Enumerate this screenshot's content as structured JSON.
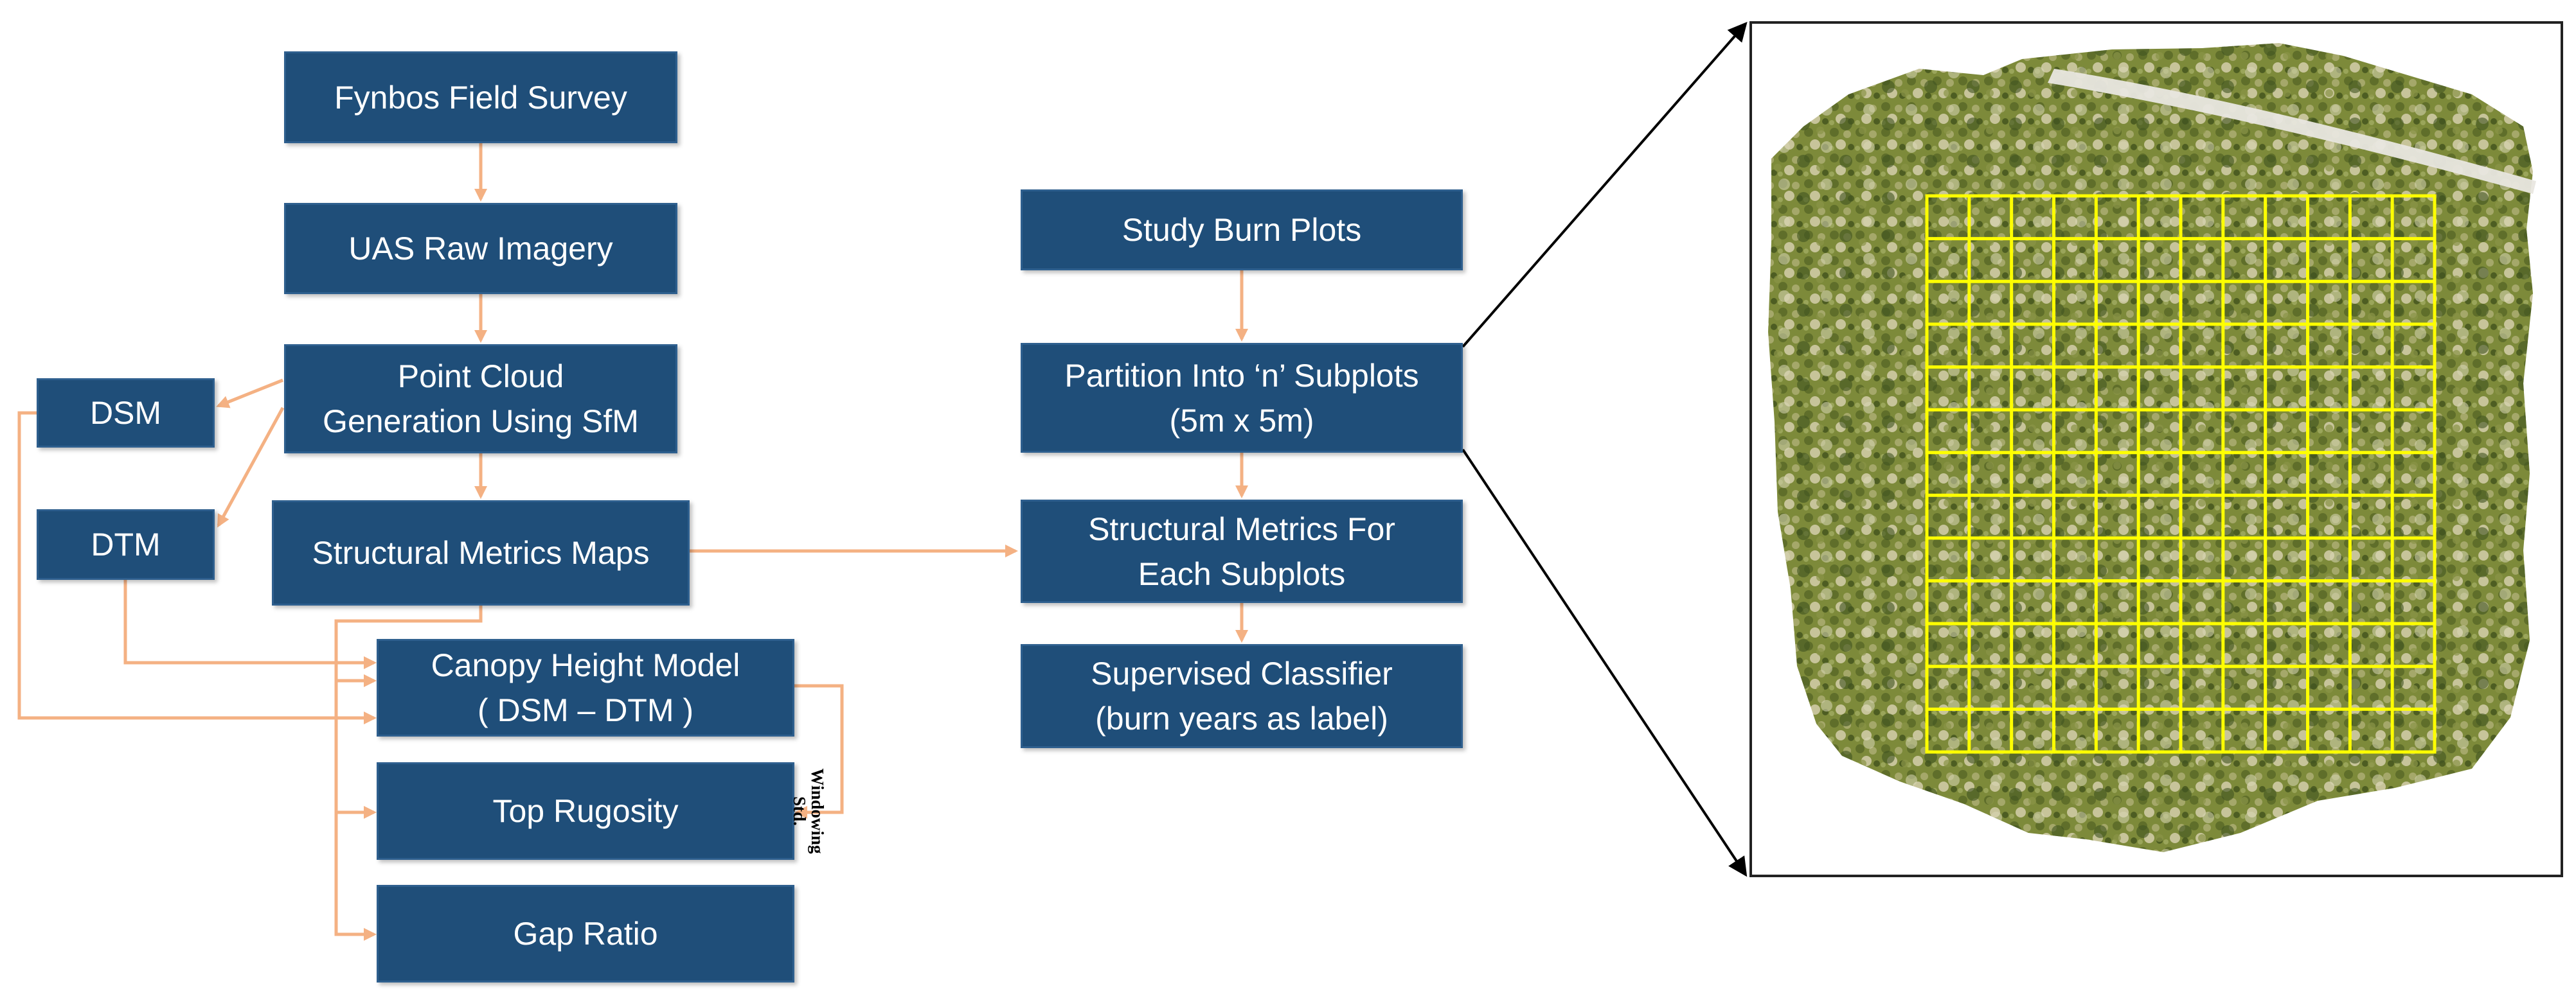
{
  "diagram": {
    "nodes": {
      "field_survey": "Fynbos Field Survey",
      "uas_imagery": "UAS Raw Imagery",
      "point_cloud": "Point Cloud\nGeneration Using SfM",
      "dsm": "DSM",
      "dtm": "DTM",
      "structural_maps": "Structural Metrics Maps",
      "chm": "Canopy Height Model\n( DSM – DTM )",
      "top_rugosity": "Top Rugosity",
      "gap_ratio": "Gap Ratio",
      "burn_plots": "Study Burn Plots",
      "partition": "Partition Into ‘n’ Subplots\n(5m x 5m)",
      "subplot_metrics": "Structural Metrics For\nEach Subplots",
      "classifier": "Supervised Classifier\n(burn years as label)"
    },
    "edge_label_windowing": "Windowing\nStd.",
    "colors": {
      "box_fill": "#1f4e79",
      "box_text": "#ffffff",
      "arrow": "#f4b183",
      "grid_line": "#ffff00",
      "outline_line": "#000000"
    },
    "subplot_grid": {
      "columns": 12,
      "rows": 13
    }
  }
}
